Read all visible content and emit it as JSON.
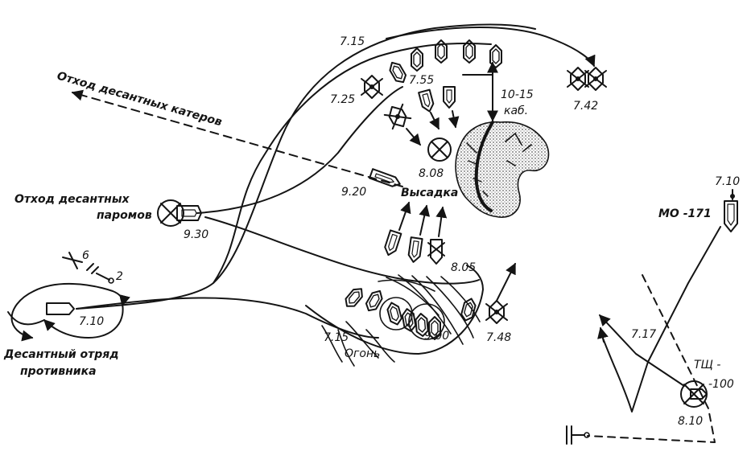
{
  "labels": {
    "withdrawal_boats": "Отход десантных катеров",
    "withdrawal_ferries_1": "Отход десантных",
    "withdrawal_ferries_2": "паромов",
    "enemy_force_1": "Десантный отряд",
    "enemy_force_2": "противника",
    "landing": "Высадка",
    "fire": "Огонь",
    "distance": "10-15",
    "distance_unit": "каб.",
    "mo_ship": "МО -171",
    "tsch_ship_1": "ТЩ -",
    "tsch_ship_2": "-100"
  },
  "times": {
    "t_715_top": "7.15",
    "t_725": "7.25",
    "t_755": "7.55",
    "t_742": "7.42",
    "t_808": "8.08",
    "t_920": "9.20",
    "t_930": "9.30",
    "t_805": "8.05",
    "t_715_bottom": "7.15",
    "t_900": "9.00",
    "t_748": "7.48",
    "t_710_left": "7.10",
    "t_710_right": "7.10",
    "t_717": "7.17",
    "t_810": "8.10"
  },
  "numbers": {
    "n6": "6",
    "n2": "2"
  }
}
